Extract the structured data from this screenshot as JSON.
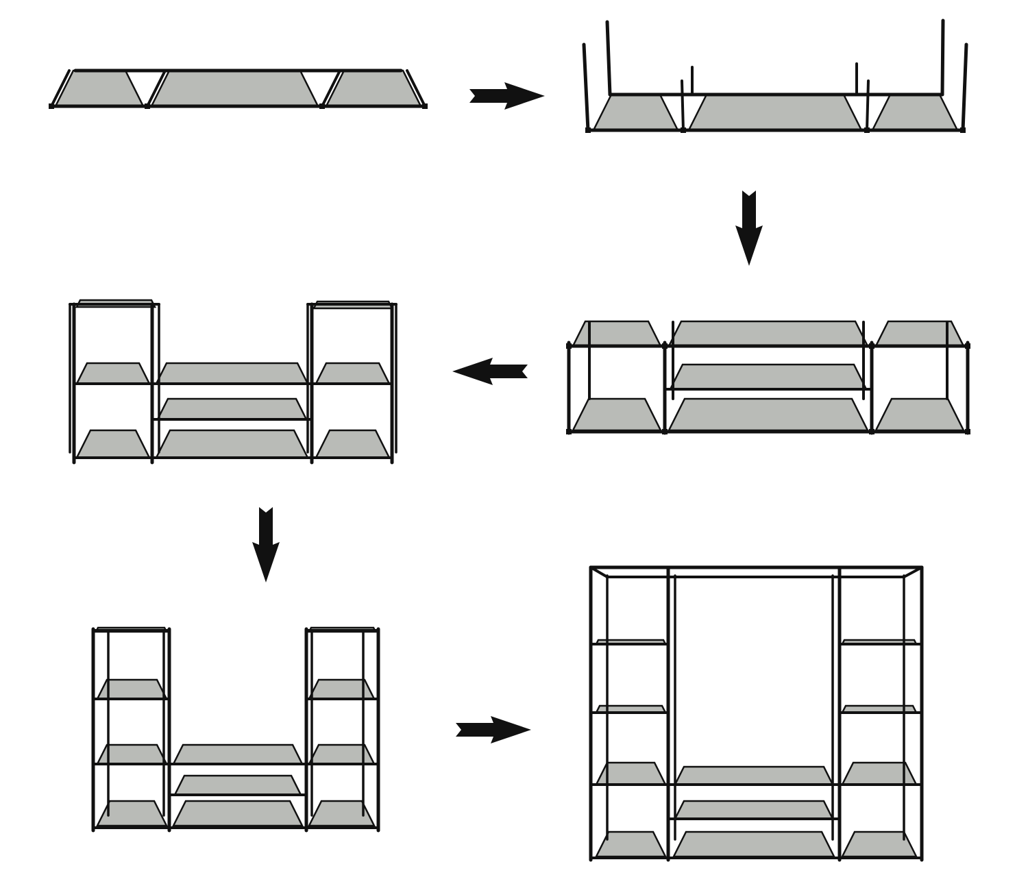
{
  "diagram": {
    "kind": "assembly-steps",
    "step_count": 6,
    "steps": [
      {
        "id": "step-1",
        "shelf_levels": 1,
        "description_visible": false
      },
      {
        "id": "step-2",
        "shelf_levels": 1,
        "description_visible": false
      },
      {
        "id": "step-3",
        "shelf_levels": 2,
        "description_visible": false
      },
      {
        "id": "step-4",
        "shelf_levels": 3,
        "description_visible": false
      },
      {
        "id": "step-5",
        "shelf_levels": 4,
        "description_visible": false
      },
      {
        "id": "step-6",
        "shelf_levels": 5,
        "description_visible": false
      }
    ],
    "arrows": [
      {
        "from": "step-1",
        "to": "step-2",
        "direction": "right"
      },
      {
        "from": "step-2",
        "to": "step-3",
        "direction": "down"
      },
      {
        "from": "step-3",
        "to": "step-4",
        "direction": "left"
      },
      {
        "from": "step-4",
        "to": "step-5",
        "direction": "down"
      },
      {
        "from": "step-5",
        "to": "step-6",
        "direction": "right"
      }
    ]
  },
  "colors": {
    "frame": "#111111",
    "shelf_fabric": "#b9bbb7",
    "shelf_fabric_dark": "#a6a8a4",
    "arrow": "#111111",
    "background": "#ffffff"
  }
}
